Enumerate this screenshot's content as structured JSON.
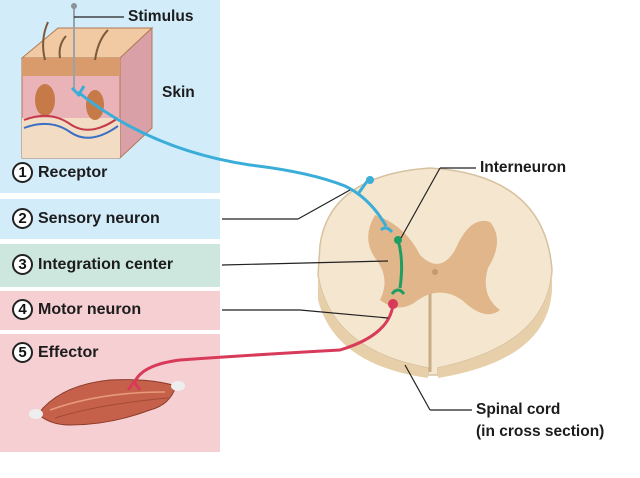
{
  "steps": [
    {
      "number": "1",
      "label": "Receptor"
    },
    {
      "number": "2",
      "label": "Sensory neuron"
    },
    {
      "number": "3",
      "label": "Integration center"
    },
    {
      "number": "4",
      "label": "Motor neuron"
    },
    {
      "number": "5",
      "label": "Effector"
    }
  ],
  "callouts": {
    "stimulus": "Stimulus",
    "skin": "Skin",
    "interneuron": "Interneuron",
    "spinal_cord_line1": "Spinal cord",
    "spinal_cord_line2": "(in cross section)"
  },
  "colors": {
    "sensory_neuron": "#3aaed8",
    "interneuron": "#1e9e63",
    "motor_neuron": "#d83a5a",
    "panel_blue": "#d3ecfa",
    "panel_green": "#cde7de",
    "panel_pink": "#f6cfd3"
  }
}
